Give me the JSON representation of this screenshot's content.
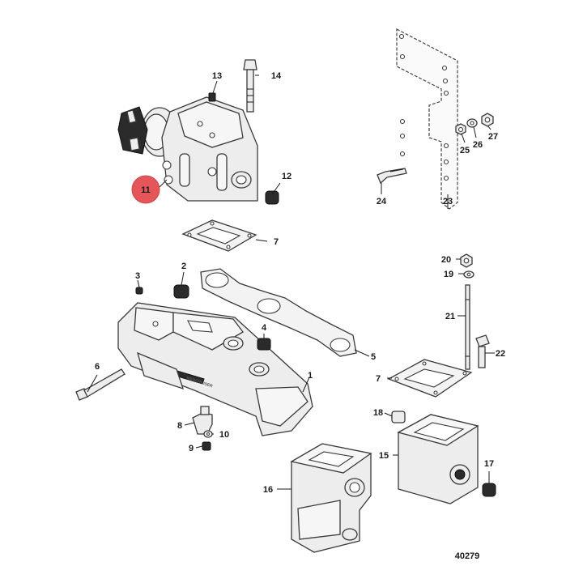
{
  "diagram_number": "40279",
  "highlight_color": "#e0393e",
  "callouts": {
    "c1": "1",
    "c2": "2",
    "c3": "3",
    "c4": "4",
    "c5": "5",
    "c6": "6",
    "c7a": "7",
    "c7b": "7",
    "c8": "8",
    "c9": "9",
    "c10": "10",
    "c11": "11",
    "c12": "12",
    "c13": "13",
    "c14": "14",
    "c15": "15",
    "c16": "16",
    "c17": "17",
    "c18": "18",
    "c19": "19",
    "c20": "20",
    "c21": "21",
    "c22": "22",
    "c23": "23",
    "c24": "24",
    "c25": "25",
    "c26": "26",
    "c27": "27"
  },
  "manufacturer_logo_text": "MERCRUISER"
}
